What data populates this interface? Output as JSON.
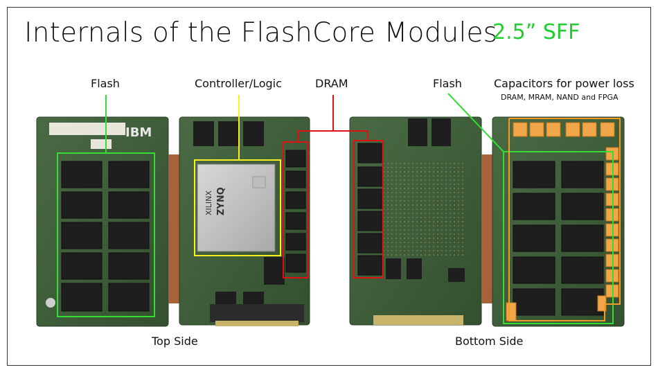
{
  "slide": {
    "title": "Internals of the FlashCore Modules",
    "subtitle": "2.5” SFF",
    "labels": {
      "flash_left": "Flash",
      "controller": "Controller/Logic",
      "dram": "DRAM",
      "flash_right": "Flash",
      "capacitors": "Capacitors for power loss",
      "capacitors_detail": "DRAM, MRAM, NAND and FPGA"
    },
    "sides": {
      "top": "Top Side",
      "bottom": "Bottom Side"
    },
    "chip_markings": {
      "ibm_logo": "IBM",
      "fpga_brand": "XILINX",
      "fpga_family": "ZYNQ"
    }
  },
  "colors": {
    "flash": "#33dd33",
    "controller": "#ffee22",
    "dram": "#dd1111",
    "capacitors": "#f59a23",
    "pcb": "#3e5a3a",
    "chip": "#1c1c1c"
  }
}
